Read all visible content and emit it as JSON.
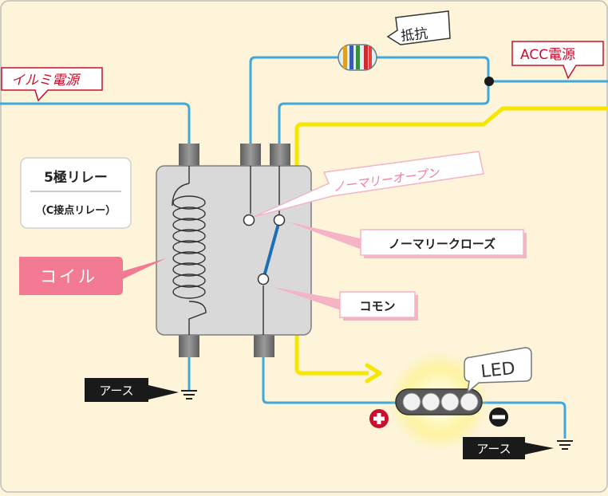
{
  "labels": {
    "illumi_power": "イルミ電源",
    "resistor": "抵抗",
    "acc_power": "ACC電源",
    "relay_title": "5極リレー",
    "relay_subtitle": "（C接点リレー）",
    "coil": "コイル",
    "normally_open": "ノーマリーオープン",
    "normally_closed": "ノーマリークローズ",
    "common": "コモン",
    "led": "LED",
    "ground_left": "アース",
    "ground_right": "アース"
  },
  "colors": {
    "background": "#fdf4d9",
    "wire_blue": "#3fa8dc",
    "wire_yellow": "#f7e600",
    "relay_body": "#d9d9d9",
    "pink_label": "#f27a93",
    "pink_light": "#f5b4c6",
    "callout_red": "#c8102e",
    "dark_label": "#1a1a1a"
  },
  "symbols": {
    "plus": "plus-terminal-icon",
    "minus": "minus-terminal-icon",
    "ground": "ground-icon",
    "junction": "junction-dot-icon"
  }
}
